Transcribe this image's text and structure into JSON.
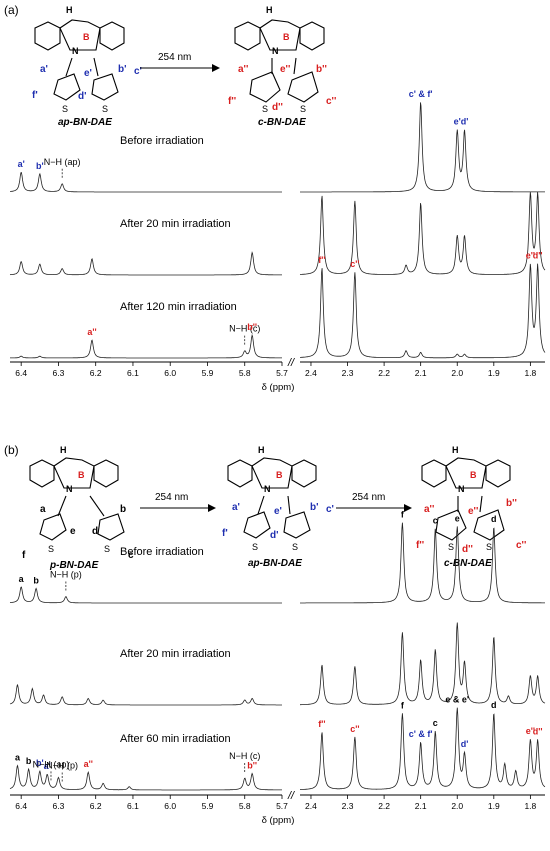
{
  "panel_a": {
    "label": "(a)",
    "scheme": {
      "reactant": "ap-BN-DAE",
      "product": "c-BN-DAE",
      "arrow_label": "254 nm",
      "atom_labels": {
        "H": "H",
        "N": "N",
        "B": "B",
        "S": "S"
      },
      "reactant_protons": [
        "a'",
        "b'",
        "c'",
        "d'",
        "e'",
        "f'"
      ],
      "product_protons": [
        "a''",
        "b''",
        "c''",
        "d''",
        "e''",
        "f''"
      ]
    }
  },
  "panel_b": {
    "label": "(b)",
    "scheme": {
      "reactant": "p-BN-DAE",
      "intermediate": "ap-BN-DAE",
      "product": "c-BN-DAE",
      "arrow_label_1": "254 nm",
      "arrow_label_2": "254 nm",
      "atom_labels": {
        "H": "H",
        "N": "N",
        "B": "B",
        "S": "S"
      },
      "reactant_protons": [
        "a",
        "b",
        "c",
        "d",
        "e",
        "f"
      ],
      "intermediate_protons": [
        "a'",
        "b'",
        "c'",
        "d'",
        "e'",
        "f'"
      ],
      "product_protons": [
        "a''",
        "b''",
        "c''",
        "d''",
        "e''",
        "f''"
      ]
    }
  },
  "colors": {
    "black": "#000000",
    "blue": "#1f2fb0",
    "red": "#d81e1e"
  },
  "chart_data": [
    {
      "type": "line",
      "panel": "(a)",
      "xlabel": "δ (ppm)",
      "axis_break": "//",
      "segments": [
        {
          "xlim": [
            6.43,
            5.7
          ],
          "ticks": [
            6.4,
            6.3,
            6.2,
            6.1,
            6.0,
            5.9,
            5.8,
            5.7
          ]
        },
        {
          "xlim": [
            2.43,
            1.76
          ],
          "ticks": [
            2.4,
            2.3,
            2.2,
            2.1,
            2.0,
            1.9,
            1.8
          ]
        }
      ],
      "series": [
        {
          "name": "Before irradiation",
          "peaks": [
            [
              6.4,
              0.22
            ],
            [
              6.35,
              0.2
            ],
            [
              6.29,
              0.09
            ],
            [
              2.1,
              1.0
            ],
            [
              2.0,
              0.66
            ],
            [
              1.98,
              0.66
            ]
          ],
          "annotations": [
            {
              "text": "a'",
              "x": 6.4,
              "color": "blue"
            },
            {
              "text": "b'",
              "x": 6.35,
              "color": "blue"
            },
            {
              "text": "N−H (ap)",
              "x": 6.29,
              "color": "black"
            },
            {
              "text": "c' & f'",
              "x": 2.1,
              "color": "blue"
            },
            {
              "text": "e'",
              "x": 2.0,
              "color": "blue"
            },
            {
              "text": "d'",
              "x": 1.98,
              "color": "blue"
            }
          ]
        },
        {
          "name": "After 20 min irradiation",
          "peaks": [
            [
              6.4,
              0.15
            ],
            [
              6.35,
              0.12
            ],
            [
              6.29,
              0.07
            ],
            [
              6.21,
              0.18
            ],
            [
              5.78,
              0.25
            ],
            [
              2.37,
              0.88
            ],
            [
              2.28,
              0.82
            ],
            [
              2.14,
              0.1
            ],
            [
              2.1,
              0.8
            ],
            [
              2.0,
              0.42
            ],
            [
              1.98,
              0.42
            ],
            [
              1.8,
              0.88
            ],
            [
              1.78,
              0.88
            ]
          ],
          "annotations": []
        },
        {
          "name": "After 120 min irradiation",
          "peaks": [
            [
              6.4,
              0.02
            ],
            [
              6.35,
              0.02
            ],
            [
              6.21,
              0.2
            ],
            [
              5.8,
              0.07
            ],
            [
              5.78,
              0.25
            ],
            [
              2.37,
              1.0
            ],
            [
              2.28,
              0.95
            ],
            [
              2.14,
              0.08
            ],
            [
              2.1,
              0.06
            ],
            [
              2.0,
              0.04
            ],
            [
              1.98,
              0.04
            ],
            [
              1.8,
              1.0
            ],
            [
              1.78,
              1.0
            ]
          ],
          "annotations": [
            {
              "text": "a''",
              "x": 6.21,
              "color": "red"
            },
            {
              "text": "N−H (c)",
              "x": 5.8,
              "color": "black"
            },
            {
              "text": "b''",
              "x": 5.78,
              "color": "red"
            },
            {
              "text": "f''",
              "x": 2.37,
              "color": "red"
            },
            {
              "text": "c''",
              "x": 2.28,
              "color": "red"
            },
            {
              "text": "e''",
              "x": 1.8,
              "color": "red"
            },
            {
              "text": "d''",
              "x": 1.78,
              "color": "red"
            }
          ]
        }
      ]
    },
    {
      "type": "line",
      "panel": "(b)",
      "xlabel": "δ (ppm)",
      "axis_break": "//",
      "segments": [
        {
          "xlim": [
            6.43,
            5.7
          ],
          "ticks": [
            6.4,
            6.3,
            6.2,
            6.1,
            6.0,
            5.9,
            5.8,
            5.7
          ]
        },
        {
          "xlim": [
            2.43,
            1.76
          ],
          "ticks": [
            2.4,
            2.3,
            2.2,
            2.1,
            2.0,
            1.9,
            1.8
          ]
        }
      ],
      "series": [
        {
          "name": "Before irradiation",
          "peaks": [
            [
              6.4,
              0.2
            ],
            [
              6.36,
              0.18
            ],
            [
              6.28,
              0.08
            ],
            [
              2.15,
              1.0
            ],
            [
              2.06,
              0.92
            ],
            [
              2.0,
              0.95
            ],
            [
              1.9,
              0.95
            ]
          ],
          "annotations": [
            {
              "text": "a",
              "x": 6.4,
              "color": "black"
            },
            {
              "text": "b",
              "x": 6.36,
              "color": "black"
            },
            {
              "text": "N−H (p)",
              "x": 6.28,
              "color": "black"
            },
            {
              "text": "f",
              "x": 2.15,
              "color": "black"
            },
            {
              "text": "c",
              "x": 2.06,
              "color": "black"
            },
            {
              "text": "e",
              "x": 2.0,
              "color": "black"
            },
            {
              "text": "d",
              "x": 1.9,
              "color": "black"
            }
          ]
        },
        {
          "name": "After 20 min irradiation",
          "peaks": [
            [
              6.41,
              0.25
            ],
            [
              6.37,
              0.2
            ],
            [
              6.34,
              0.12
            ],
            [
              6.29,
              0.1
            ],
            [
              6.22,
              0.08
            ],
            [
              6.18,
              0.06
            ],
            [
              5.8,
              0.06
            ],
            [
              5.78,
              0.08
            ],
            [
              2.37,
              0.5
            ],
            [
              2.28,
              0.48
            ],
            [
              2.15,
              0.9
            ],
            [
              2.1,
              0.55
            ],
            [
              2.06,
              0.68
            ],
            [
              2.0,
              1.0
            ],
            [
              1.98,
              0.5
            ],
            [
              1.9,
              0.85
            ],
            [
              1.86,
              0.1
            ],
            [
              1.8,
              0.35
            ],
            [
              1.78,
              0.35
            ]
          ],
          "annotations": []
        },
        {
          "name": "After 60 min irradiation",
          "peaks": [
            [
              6.41,
              0.3
            ],
            [
              6.38,
              0.25
            ],
            [
              6.35,
              0.22
            ],
            [
              6.33,
              0.18
            ],
            [
              6.3,
              0.15
            ],
            [
              6.22,
              0.22
            ],
            [
              6.18,
              0.08
            ],
            [
              6.11,
              0.04
            ],
            [
              5.8,
              0.14
            ],
            [
              5.78,
              0.2
            ],
            [
              2.37,
              0.72
            ],
            [
              2.28,
              0.66
            ],
            [
              2.15,
              0.95
            ],
            [
              2.1,
              0.58
            ],
            [
              2.06,
              0.72
            ],
            [
              2.0,
              1.0
            ],
            [
              1.98,
              0.42
            ],
            [
              1.9,
              0.95
            ],
            [
              1.87,
              0.3
            ],
            [
              1.84,
              0.22
            ],
            [
              1.8,
              0.6
            ],
            [
              1.78,
              0.6
            ]
          ],
          "annotations": [
            {
              "text": "a",
              "x": 6.41,
              "color": "black"
            },
            {
              "text": "b",
              "x": 6.38,
              "color": "black"
            },
            {
              "text": "b'",
              "x": 6.35,
              "color": "blue"
            },
            {
              "text": "a'",
              "x": 6.33,
              "color": "blue"
            },
            {
              "text": "N−H (ap)",
              "x": 6.32,
              "color": "black"
            },
            {
              "text": "N−H (p)",
              "x": 6.29,
              "color": "black"
            },
            {
              "text": "a''",
              "x": 6.22,
              "color": "red"
            },
            {
              "text": "N−H (c)",
              "x": 5.8,
              "color": "black"
            },
            {
              "text": "b''",
              "x": 5.78,
              "color": "red"
            },
            {
              "text": "f''",
              "x": 2.37,
              "color": "red"
            },
            {
              "text": "c''",
              "x": 2.28,
              "color": "red"
            },
            {
              "text": "f",
              "x": 2.15,
              "color": "black"
            },
            {
              "text": "c' & f'",
              "x": 2.1,
              "color": "blue"
            },
            {
              "text": "c",
              "x": 2.06,
              "color": "black"
            },
            {
              "text": "e & e'",
              "x": 2.0,
              "color": "black"
            },
            {
              "text": "d'",
              "x": 1.98,
              "color": "blue"
            },
            {
              "text": "d",
              "x": 1.9,
              "color": "black"
            },
            {
              "text": "e''",
              "x": 1.8,
              "color": "red"
            },
            {
              "text": "d''",
              "x": 1.78,
              "color": "red"
            }
          ]
        }
      ]
    }
  ]
}
